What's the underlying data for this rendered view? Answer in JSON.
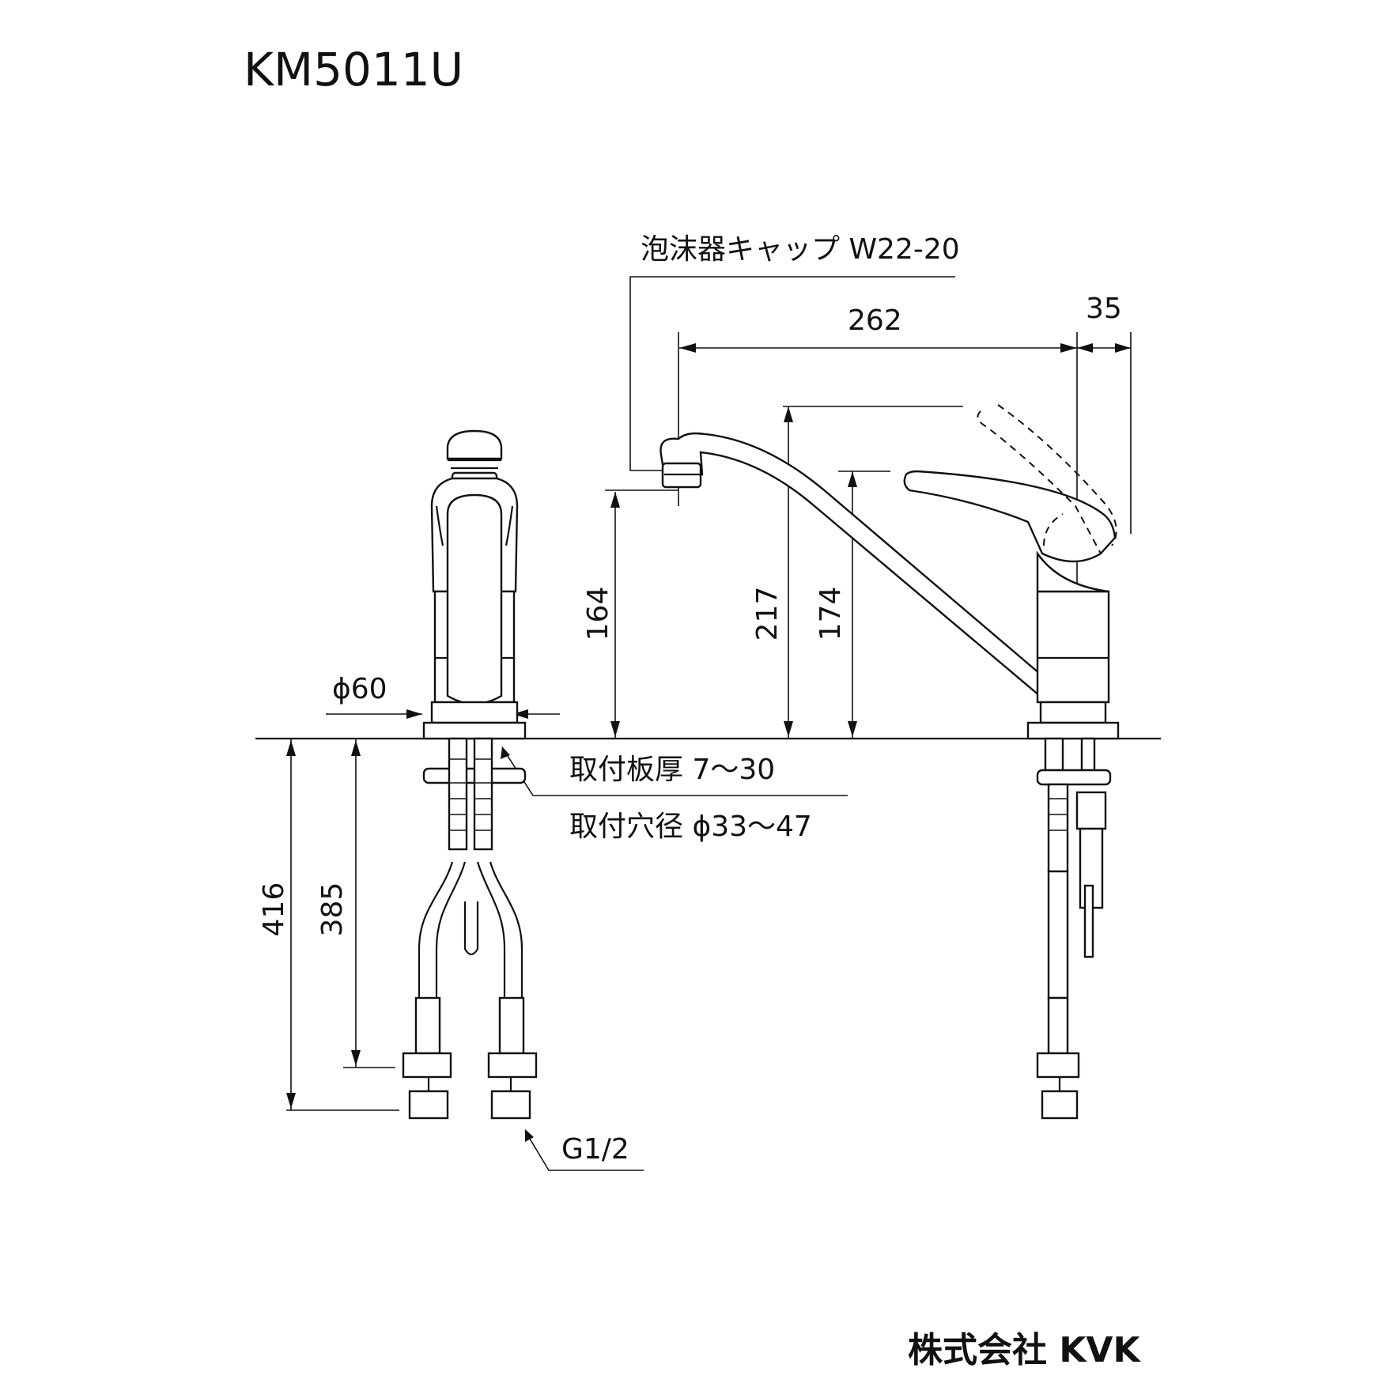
{
  "title": "KM5011U",
  "brand": "株式会社 KVK",
  "notes": {
    "aerator": "泡沫器キャップ W22-20",
    "plate": "取付板厚 7〜30",
    "hole": "取付穴径 ϕ33〜47",
    "thread": "G1/2"
  },
  "dims": {
    "reach": "262",
    "lever_offset": "35",
    "spout_height": "164",
    "max_height": "217",
    "lever_height": "174",
    "base_diameter": "ϕ60",
    "below_total": "416",
    "below_nut": "385"
  }
}
